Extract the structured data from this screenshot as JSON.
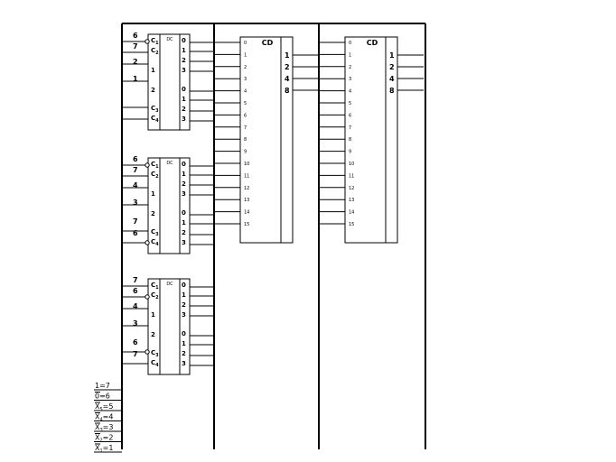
{
  "decoders": [
    {
      "title": "DC",
      "inputs": [
        "6",
        "7",
        "2",
        "1",
        "",
        ""
      ],
      "pins": [
        "C",
        "1",
        "C",
        "2",
        "1",
        "2",
        "C",
        "3",
        "C",
        "4"
      ],
      "outputs_a": [
        "0",
        "1",
        "2",
        "3"
      ],
      "outputs_b": [
        "0",
        "1",
        "2",
        "3"
      ],
      "inverted": [
        true,
        false,
        false,
        false
      ]
    },
    {
      "title": "DC",
      "inputs": [
        "6",
        "7",
        "4",
        "3",
        "7",
        "6"
      ],
      "pins": [
        "C",
        "1",
        "C",
        "2",
        "1",
        "2",
        "C",
        "3",
        "C",
        "4"
      ],
      "outputs_a": [
        "0",
        "1",
        "2",
        "3"
      ],
      "outputs_b": [
        "0",
        "1",
        "2",
        "3"
      ],
      "inverted": [
        true,
        false,
        false,
        true
      ]
    },
    {
      "title": "DC",
      "inputs": [
        "7",
        "6",
        "4",
        "3",
        "6",
        "7"
      ],
      "pins": [
        "C",
        "1",
        "C",
        "2",
        "1",
        "2",
        "C",
        "3",
        "C",
        "4"
      ],
      "outputs_a": [
        "0",
        "1",
        "2",
        "3"
      ],
      "outputs_b": [
        "0",
        "1",
        "2",
        "3"
      ],
      "inverted": [
        false,
        true,
        true,
        false
      ]
    }
  ],
  "encoders": [
    {
      "title": "CD",
      "inputs": [
        "0",
        "1",
        "2",
        "3",
        "4",
        "5",
        "6",
        "7",
        "8",
        "9",
        "10",
        "11",
        "12",
        "13",
        "14",
        "15"
      ],
      "outputs": [
        "1",
        "2",
        "4",
        "8"
      ]
    },
    {
      "title": "CD",
      "inputs": [
        "0",
        "1",
        "2",
        "3",
        "4",
        "5",
        "6",
        "7",
        "8",
        "9",
        "10",
        "11",
        "12",
        "13",
        "14",
        "15"
      ],
      "outputs": [
        "1",
        "2",
        "4",
        "8"
      ]
    }
  ],
  "legend": [
    {
      "name": "1",
      "sub": "",
      "value": "7",
      "overbar": false
    },
    {
      "name": "0",
      "sub": "",
      "value": "6",
      "overbar": true
    },
    {
      "name": "X",
      "sub": "5",
      "value": "5",
      "overbar": true
    },
    {
      "name": "X",
      "sub": "4",
      "value": "4",
      "overbar": true
    },
    {
      "name": "X",
      "sub": "3",
      "value": "3",
      "overbar": true
    },
    {
      "name": "X",
      "sub": "2",
      "value": "2",
      "overbar": true
    },
    {
      "name": "X",
      "sub": "1",
      "value": "1",
      "overbar": true
    }
  ]
}
